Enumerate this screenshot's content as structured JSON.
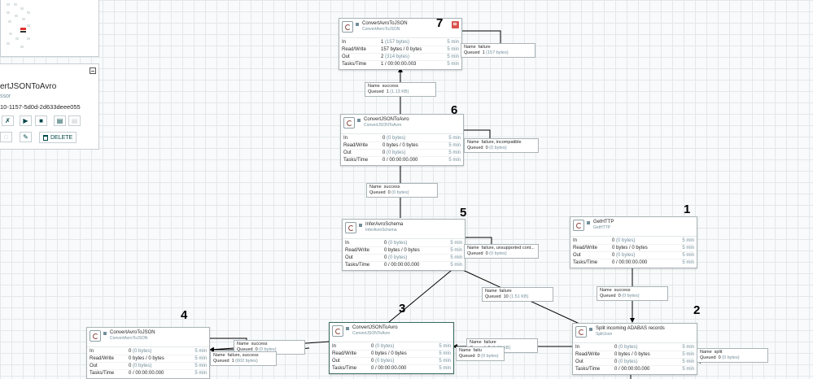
{
  "operate_panel": {
    "component_name": "ertJSONToAvro",
    "component_type": "ssor",
    "component_id": "10-1157-5d0d-2d633deee055",
    "delete_label": "DELETE"
  },
  "processors": {
    "p7": {
      "num": "7",
      "name": "ConvertAvroToJSON",
      "type": "ConvertAvroToJSON",
      "in_val": "1",
      "in_sub": "(157 bytes)",
      "rw_val": "157 bytes / 0 bytes",
      "out_val": "2",
      "out_sub": "(314 bytes)",
      "tasks_val": "1 / 00:00:00.003"
    },
    "p6": {
      "num": "6",
      "name": "ConvertJSONToAvro",
      "type": "ConvertJSONToAvro",
      "in_val": "0",
      "in_sub": "(0 bytes)",
      "rw_val": "0 bytes / 0 bytes",
      "out_val": "0",
      "out_sub": "(0 bytes)",
      "tasks_val": "0 / 00:00:00.000"
    },
    "p5": {
      "num": "5",
      "name": "InferAvroSchema",
      "type": "InferAvroSchema",
      "in_val": "0",
      "in_sub": "(0 bytes)",
      "rw_val": "0 bytes / 0 bytes",
      "out_val": "0",
      "out_sub": "(0 bytes)",
      "tasks_val": "0 / 00:00:00.000"
    },
    "p1": {
      "num": "1",
      "name": "GetHTTP",
      "type": "GetHTTP",
      "in_val": "0",
      "in_sub": "(0 bytes)",
      "rw_val": "0 bytes / 0 bytes",
      "out_val": "0",
      "out_sub": "(0 bytes)",
      "tasks_val": "0 / 00:00:00.000"
    },
    "p2": {
      "num": "2",
      "name": "Split incoming ADABAS records",
      "type": "SplitJson",
      "in_val": "0",
      "in_sub": "(0 bytes)",
      "rw_val": "0 bytes / 0 bytes",
      "out_val": "0",
      "out_sub": "(0 bytes)",
      "tasks_val": "0 / 00:00:00.000"
    },
    "p3": {
      "num": "3",
      "name": "ConvertJSONToAvro",
      "type": "ConvertJSONToAvro",
      "in_val": "0",
      "in_sub": "(0 bytes)",
      "rw_val": "0 bytes / 0 bytes",
      "out_val": "0",
      "out_sub": "(0 bytes)",
      "tasks_val": "0 / 00:00:00.000"
    },
    "p4": {
      "num": "4",
      "name": "ConvertAvroToJSON",
      "type": "ConvertAvroToJSON",
      "in_val": "0",
      "in_sub": "(0 bytes)",
      "rw_val": "0 bytes / 0 bytes",
      "out_val": "0",
      "out_sub": "(0 bytes)",
      "tasks_val": "0 / 00:00:00.000"
    }
  },
  "labels": {
    "in": "In",
    "rw": "Read/Write",
    "out": "Out",
    "tasks": "Tasks/Time",
    "five_min": "5 min",
    "name": "Name",
    "queued": "Queued"
  },
  "connections": {
    "c7_fail": {
      "name": "failure",
      "queued": "1",
      "queued_sub": "(157 bytes)"
    },
    "c6_succ": {
      "name": "success",
      "queued": "1",
      "queued_sub": "(1.13 KB)"
    },
    "c6_fail": {
      "name": "failure, incompatible",
      "queued": "0",
      "queued_sub": "(0 bytes)"
    },
    "c5_succ": {
      "name": "success",
      "queued": "0",
      "queued_sub": "(0 bytes)"
    },
    "c5_fail": {
      "name": "failure, unsupported cont...",
      "queued": "0",
      "queued_sub": "(0 bytes)"
    },
    "c2_fail": {
      "name": "failure",
      "queued": "10",
      "queued_sub": "(1.51 KB)"
    },
    "c1_succ": {
      "name": "success",
      "queued": "0",
      "queued_sub": "(0 bytes)"
    },
    "c2_split": {
      "name": "split",
      "queued": "0",
      "queued_sub": "(0 bytes)"
    },
    "c3_fail_a": {
      "name": "failure",
      "queued": "9",
      "queued_sub": "(1.38 KB)"
    },
    "c3_fail_b": {
      "name": "failu",
      "queued": "0",
      "queued_sub": "(0 bytes)"
    },
    "c3_succ": {
      "name": "success",
      "queued": "0",
      "queued_sub": "(0 bytes)"
    },
    "c4_fail": {
      "name": "failure, success",
      "queued": "1",
      "queued_sub": "(602 bytes)"
    }
  },
  "colors": {
    "accent": "#004849",
    "badge": "#d9534f",
    "muted": "#728e9b",
    "selected_border": "#3b6b5e"
  }
}
